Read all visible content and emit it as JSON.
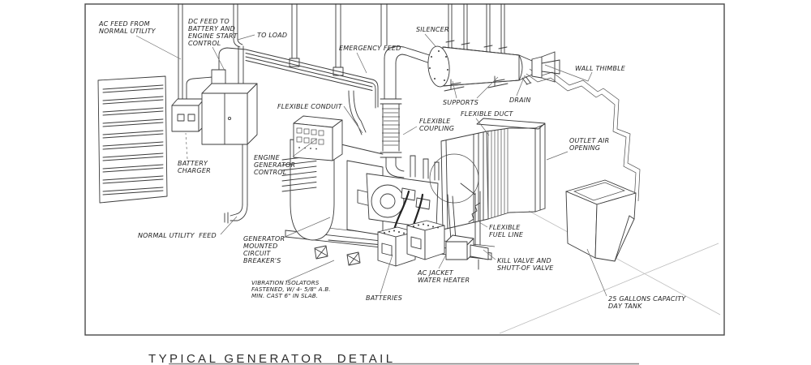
{
  "drawing": {
    "title": "TYPICAL GENERATOR  DETAIL",
    "labels": {
      "ac_feed": {
        "lines": [
          "AC FEED FROM",
          "NORMAL UTILITY"
        ]
      },
      "dc_feed": {
        "lines": [
          "DC FEED TO",
          "BATTERY AND",
          "ENGINE START",
          "CONTROL"
        ]
      },
      "to_load": {
        "lines": [
          "TO LOAD"
        ]
      },
      "emergency_feed": {
        "lines": [
          "EMERGENCY FEED"
        ]
      },
      "silencer": {
        "lines": [
          "SILENCER"
        ]
      },
      "wall_thimble": {
        "lines": [
          "WALL THIMBLE"
        ]
      },
      "flexible_conduit": {
        "lines": [
          "FLEXIBLE CONDUIT"
        ]
      },
      "flexible_coupling": {
        "lines": [
          "FLEXIBLE",
          "COUPLING"
        ]
      },
      "supports": {
        "lines": [
          "SUPPORTS"
        ]
      },
      "flexible_duct": {
        "lines": [
          "FLEXIBLE DUCT"
        ]
      },
      "drain": {
        "lines": [
          "DRAIN"
        ]
      },
      "outlet_air": {
        "lines": [
          "OUTLET AIR",
          "OPENING"
        ]
      },
      "battery_charger": {
        "lines": [
          "BATTERY",
          "CHARGER"
        ]
      },
      "engine_generator_control": {
        "lines": [
          "ENGINE",
          "GENERATOR",
          "CONTROL"
        ]
      },
      "normal_utility_feed": {
        "lines": [
          "NORMAL UTILITY  FEED"
        ]
      },
      "generator_mounted_breakers": {
        "lines": [
          "GENERATOR",
          "MOUNTED",
          "CIRCUIT",
          "BREAKER'S"
        ]
      },
      "vibration_isolators": {
        "lines": [
          "VIBRATION ISOLATORS",
          "FASTENED, W/ 4- 5/8\" A.B.",
          "MIN. CAST 6\" IN SLAB."
        ]
      },
      "batteries": {
        "lines": [
          "BATTERIES"
        ]
      },
      "ac_jacket_heater": {
        "lines": [
          "AC JACKET",
          "WATER HEATER"
        ]
      },
      "kill_valve": {
        "lines": [
          "KILL VALVE AND",
          "SHUTT-OF VALVE"
        ]
      },
      "flexible_fuel_line": {
        "lines": [
          "FLEXIBLE",
          "FUEL LINE"
        ]
      },
      "day_tank": {
        "lines": [
          "25 GALLONS CAPACITY",
          "DAY TANK"
        ]
      }
    }
  }
}
